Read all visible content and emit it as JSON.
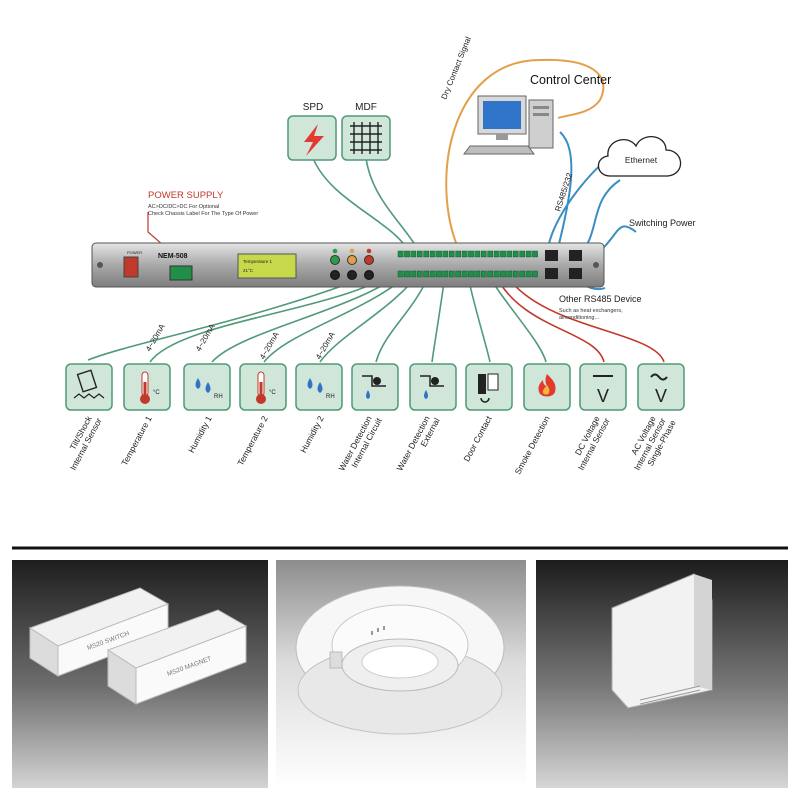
{
  "top_devices": {
    "spd_label": "SPD",
    "mdf_label": "MDF"
  },
  "control_center": {
    "title": "Control Center",
    "dry_contact": "Dry Contact Signal",
    "ethernet": "Ethernet",
    "rs485": "RS485/232",
    "switching_power": "Switching Power"
  },
  "power_supply": {
    "title": "POWER SUPPLY",
    "line1": "AC>DC/DC>DC For Optional",
    "line2": "Check Chassis Label For The Type Of Power"
  },
  "device": {
    "model": "NEM-508",
    "lcd_line1": "Temperature 1",
    "lcd_line2": "21°C",
    "power_label": "POWER"
  },
  "rs485_device": {
    "title": "Other RS485 Device",
    "line1": "Such as heat exchangers,",
    "line2": "airconditioning..."
  },
  "analog_tags": [
    "4~20mA",
    "4~20mA",
    "4~20mA",
    "4~20mA"
  ],
  "sensors": [
    {
      "label1": "Tilt/Shock",
      "label2": "Internal Sensor",
      "icon": "tilt-icon"
    },
    {
      "label1": "Temperature 1",
      "label2": "",
      "icon": "thermometer-icon"
    },
    {
      "label1": "Humidity 1",
      "label2": "",
      "icon": "humidity-icon"
    },
    {
      "label1": "Temperature 2",
      "label2": "",
      "icon": "thermometer-icon"
    },
    {
      "label1": "Humidity 2",
      "label2": "",
      "icon": "humidity-icon"
    },
    {
      "label1": "Water Detection",
      "label2": "Internal Circuit",
      "icon": "water-detection-icon"
    },
    {
      "label1": "Water Detection",
      "label2": "External",
      "icon": "water-detection-icon"
    },
    {
      "label1": "Door Contact",
      "label2": "",
      "icon": "door-icon"
    },
    {
      "label1": "Smoke Detection",
      "label2": "",
      "icon": "smoke-icon"
    },
    {
      "label1": "DC Voltage",
      "label2": "Internal Sensor",
      "icon": "dc-voltage-icon"
    },
    {
      "label1": "AC Voltage",
      "label2": "Internal Sensor",
      "label3": "Single-Phase",
      "icon": "ac-voltage-icon"
    }
  ],
  "products": {
    "switch_text": "MS20 SWITCH",
    "magnet_text": "MS20 MAGNET"
  },
  "colors": {
    "green_wire": "#4f9a78",
    "blue_wire": "#3a8ec2",
    "orange_wire": "#e2a04a",
    "red_wire": "#c0392b",
    "icon_fill": "#cfe6d9",
    "icon_stroke": "#4f9a78"
  }
}
